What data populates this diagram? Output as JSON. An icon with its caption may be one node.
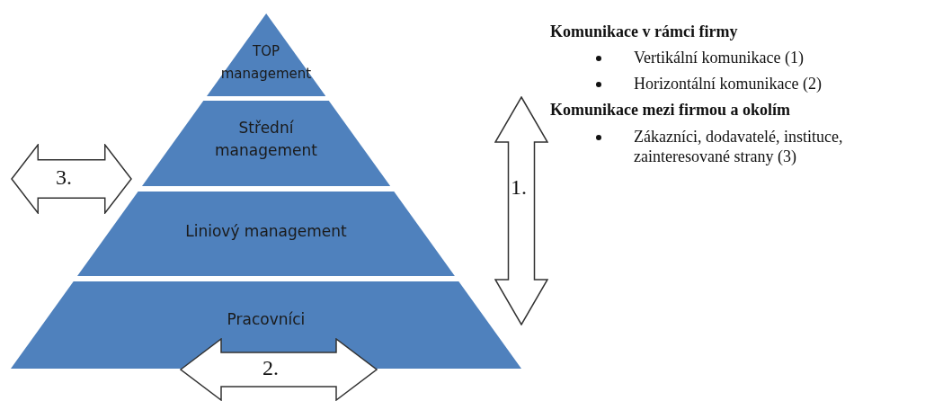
{
  "diagram": {
    "nodes": [
      {
        "text": [
          "TOP management"
        ]
      },
      {
        "text": [
          "Střední management"
        ]
      },
      {
        "text": [
          "Liniový management"
        ]
      },
      {
        "text": [
          "Pracovníci"
        ]
      },
      {
        "text": [
          "1."
        ]
      },
      {
        "text": [
          "3."
        ]
      },
      {
        "text": [
          "2."
        ]
      }
    ],
    "labels": [
      "Komunikace v rámci firmy",
      "Vertikální komunikace (1)",
      "Horizontální komunikace (2)",
      "Komunikace mezi firmou a okolím",
      "Zákazníci, dodavatelé, instituce, zainteresované strany (3)"
    ]
  }
}
